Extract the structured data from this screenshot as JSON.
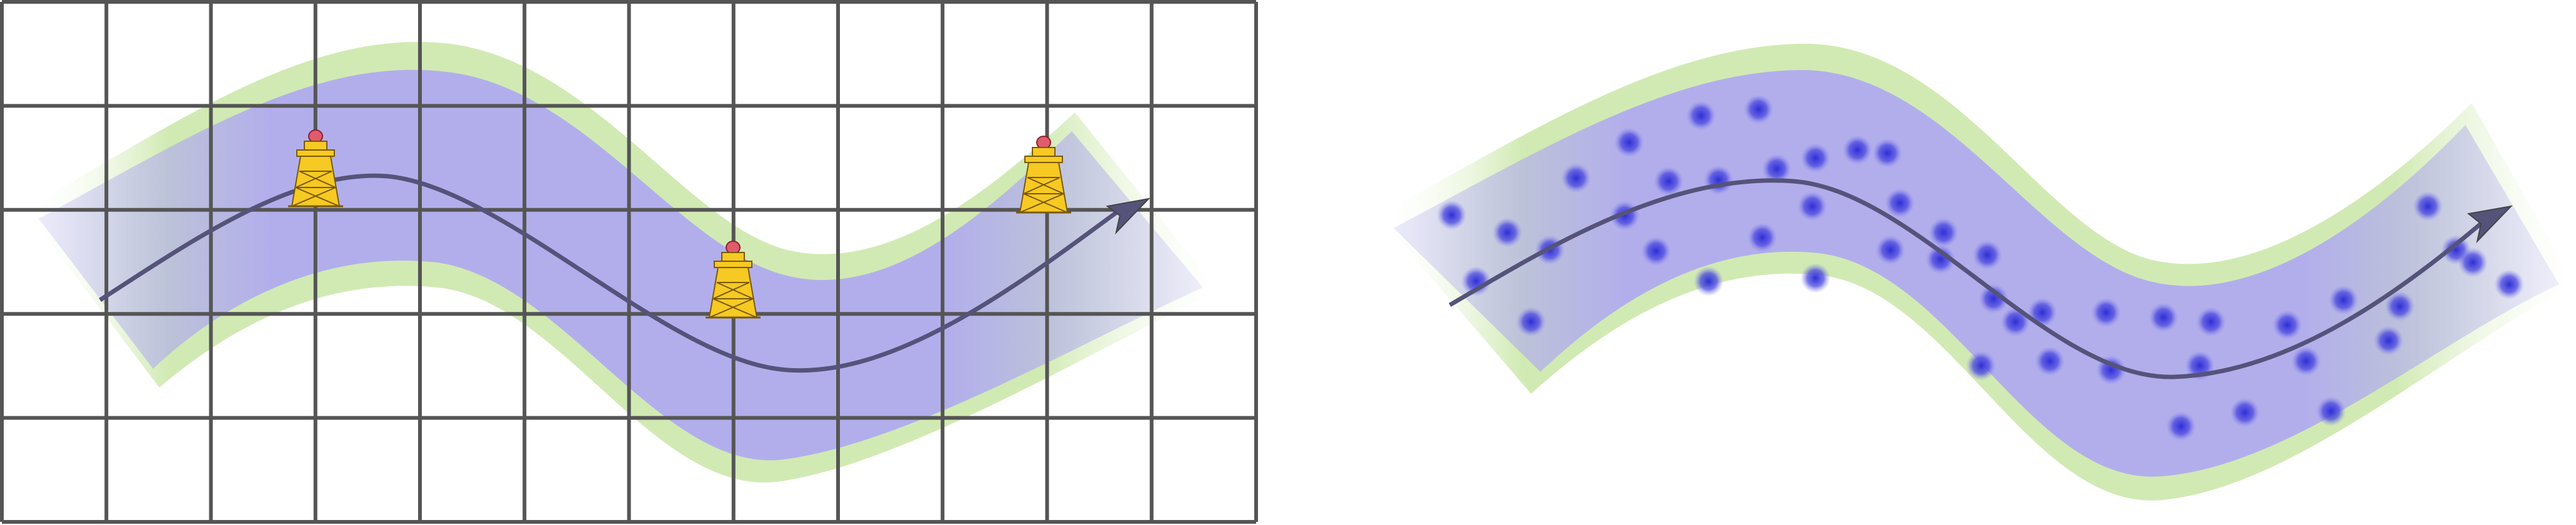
{
  "colors": {
    "grid_line": "#555555",
    "corridor_fill": "#b2aeec",
    "corridor_edge": "#d1eab3",
    "path_line": "#55537a",
    "tower_body": "#f6c923",
    "tower_outline": "#7a5a00",
    "tower_beacon": "#e05c6b",
    "signal_dot": "#3b3bd8"
  },
  "icons": {
    "tower": "lighthouse-tower-icon",
    "arrow": "arrowhead-icon",
    "dot": "signal-dot-icon"
  },
  "grid": {
    "columns": 12,
    "rows": 5
  },
  "towers_count": 3,
  "dots_count": 48
}
